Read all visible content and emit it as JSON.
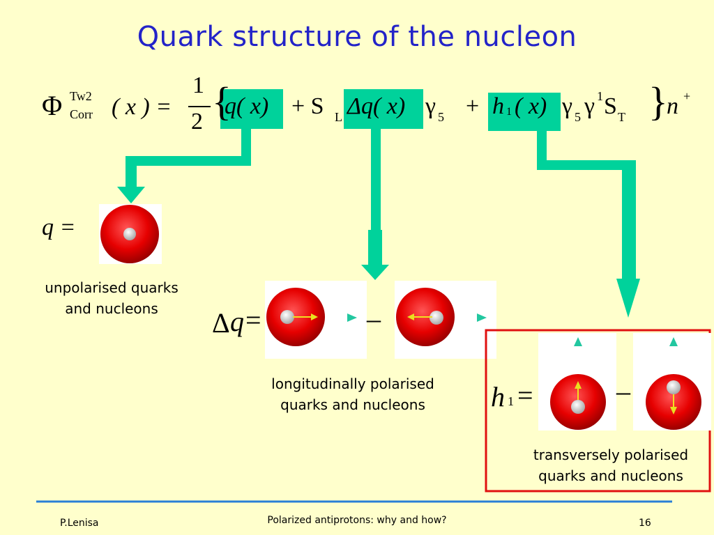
{
  "slide": {
    "title": "Quark structure of the nucleon",
    "formula": {
      "phi": "Φ",
      "sup_tw2": "Tw2",
      "sub_corr": "Corr",
      "lhs_arg": "( x ) =",
      "frac_num": "1",
      "frac_den": "2",
      "open_brace": "{",
      "term1": "q( x)",
      "plus1": "+ S",
      "sub_L": "L",
      "term2": "Δq( x)",
      "gamma5_a": "γ",
      "five_a": "5",
      "plus2": "+",
      "term3_h": "h",
      "term3_sub": "1",
      "term3_arg": "( x)",
      "gamma_tail": "γ",
      "five_b": "5",
      "gamma_c": "γ",
      "sup_1": "1",
      "S_T": "S",
      "sub_T": "T",
      "close_brace": "}",
      "n": "n",
      "sup_plus": "+"
    },
    "q_label": "q =",
    "dq_label_delta": "Δ",
    "dq_label_q": "q",
    "dq_label_eq": "=",
    "minus": "–",
    "h1_label_h": "h",
    "h1_label_sub": "1",
    "h1_label_eq": "=",
    "captions": {
      "unpolarised": [
        "unpolarised quarks",
        "and nucleons"
      ],
      "longitudinal": [
        "longitudinally polarised",
        "quarks and nucleons"
      ],
      "transverse": [
        "transversely polarised",
        "quarks and nucleons"
      ]
    },
    "footer": {
      "author": "P.Lenisa",
      "talk": "Polarized antiprotons: why and how?",
      "page": "16"
    },
    "colors": {
      "title": "#2323c8",
      "highlight": "#00d29b",
      "background": "#ffffcc",
      "frame": "#e01010",
      "rule": "#2a7fd6"
    }
  }
}
